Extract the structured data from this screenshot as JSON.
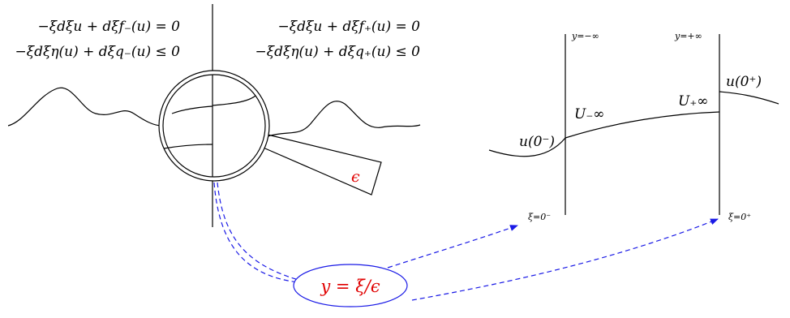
{
  "left_equations": {
    "left_top": "−ξdξu + dξf₋(u) = 0",
    "left_bottom": "−ξdξη(u) + dξq₋(u) ≤ 0",
    "right_top": "−ξdξu + dξf₊(u) = 0",
    "right_bottom": "−ξdξη(u) + dξq₊(u) ≤ 0"
  },
  "magnifier_label": "ϵ",
  "transform_label": "y = ξ/ϵ",
  "right_panel": {
    "y_minus_label": "y=−∞",
    "y_plus_label": "y=+∞",
    "u_minus_label": "u(0⁻)",
    "u_plus_label": "u(0⁺)",
    "U_minus_label": "U₋∞",
    "U_plus_label": "U₊∞",
    "xi_minus_label": "ξ=0⁻",
    "xi_plus_label": "ξ=0⁺"
  },
  "colors": {
    "ink": "#000000",
    "accent_red": "#e00000",
    "dash_blue": "#1a1ae6"
  }
}
